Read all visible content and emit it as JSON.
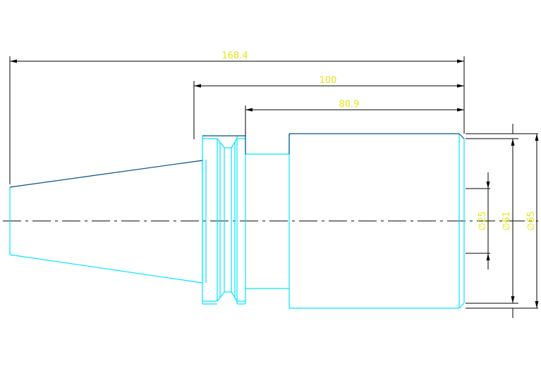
{
  "colors": {
    "background": "#ffffff",
    "outline": "#00e5ff",
    "edge": "#00508a",
    "dimension_line": "#000000",
    "dimension_text": "#e6e619",
    "centerline": "#000000"
  },
  "dimensions": {
    "overall_length": "168.4",
    "taper_to_end": "100",
    "flange_to_end": "80.9",
    "bore_diameter": "∅25",
    "body_diameter": "∅61",
    "outer_diameter": "∅65"
  }
}
